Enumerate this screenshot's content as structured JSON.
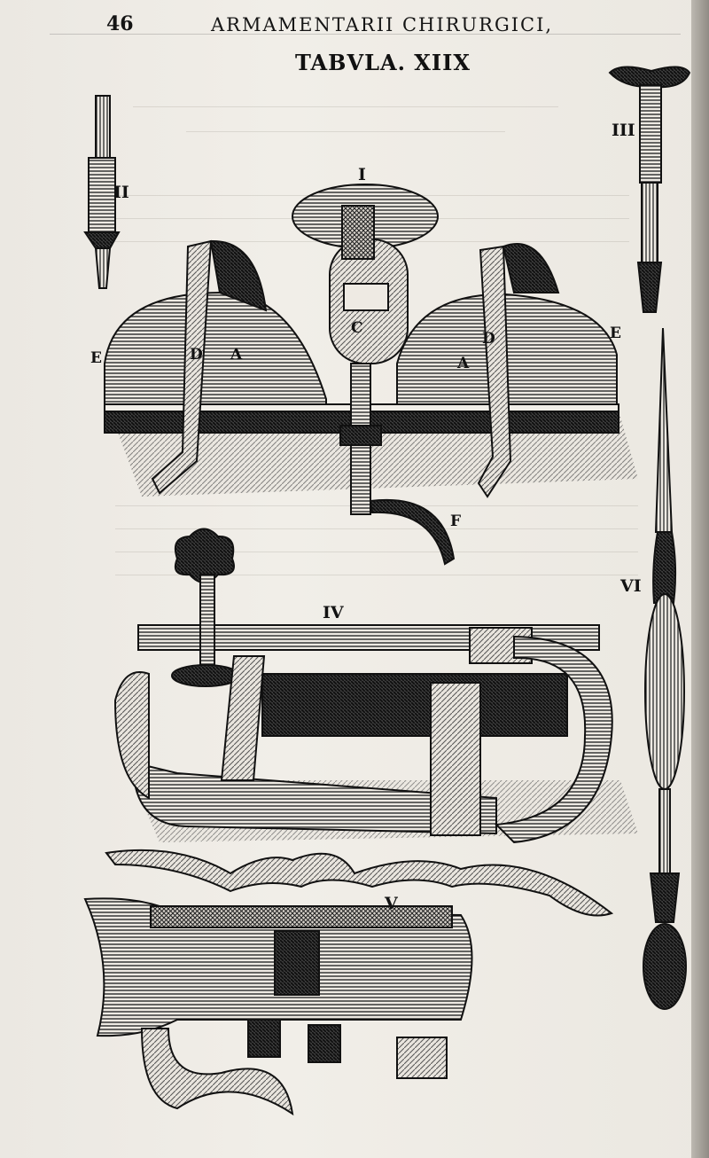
{
  "running_head": {
    "folio": "46",
    "title": "ARMAMENTARII CHIRURGICI,"
  },
  "plate": {
    "title": "TABVLA. XIIX"
  },
  "figures": {
    "fig1": "I",
    "fig2": "II",
    "fig3": "III",
    "fig4": "IV",
    "fig5": "V",
    "fig6": "VI"
  },
  "parts": {
    "e_left": "E",
    "d_left": "D",
    "a_left": "A",
    "c": "C",
    "d_right": "D",
    "a_right": "A",
    "e_right": "E",
    "f": "F"
  }
}
